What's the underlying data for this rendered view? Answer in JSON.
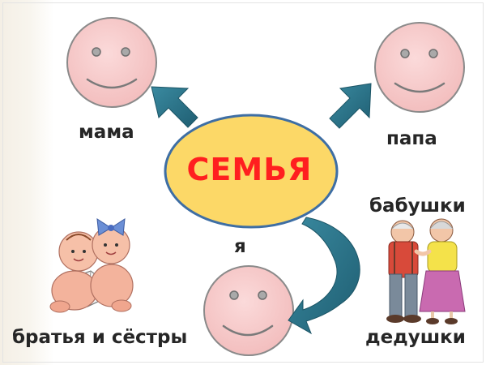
{
  "diagram": {
    "center_label": "СЕМЬЯ",
    "nodes": {
      "mama": "мама",
      "papa": "папа",
      "self": "я",
      "grandmothers": "бабушки",
      "grandfathers": "дедушки",
      "siblings": "братья и сёстры"
    },
    "icons": [
      "smiley-face-icon",
      "arrow-up-left-icon",
      "arrow-up-right-icon",
      "curved-arrow-icon",
      "twin-babies-illustration",
      "elderly-couple-illustration"
    ]
  },
  "colors": {
    "face_fill": "#f6c8c8",
    "face_stroke": "#808080",
    "ellipse_fill": "#fcd867",
    "ellipse_stroke": "#3e6ea4",
    "arrow_fill": "#2c7488",
    "center_text": "#ff1f1f",
    "label_text": "#262626"
  }
}
